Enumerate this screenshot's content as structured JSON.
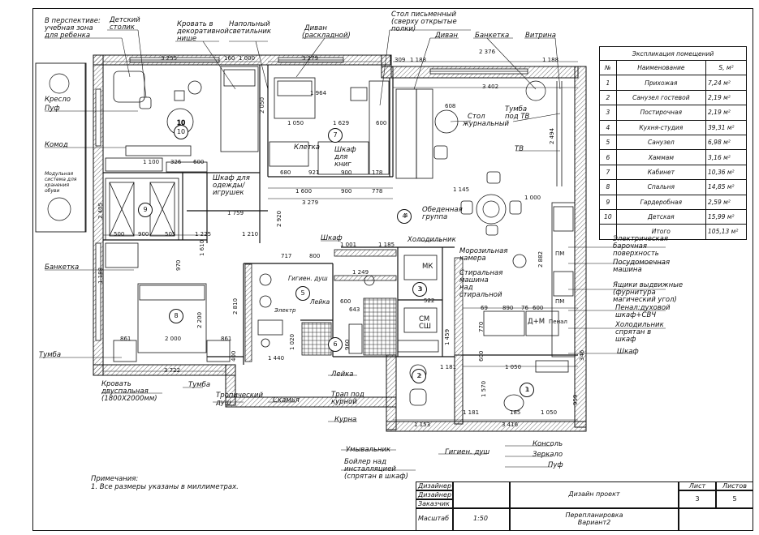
{
  "labels": {
    "perspective": "В перспективе:",
    "study_zone": "учебная зона",
    "for_child": "для ребенка",
    "kids_table": "Детский",
    "kids_table2": "столик",
    "bed_decor": "Кровать в",
    "bed_decor2": "декоративной",
    "bed_decor3": "нише",
    "floor_lamp": "Напольный",
    "floor_lamp2": "светильник",
    "sofa_fold": "Диван",
    "sofa_fold2": "(раскладной)",
    "desk": "Стол письменный",
    "desk2": "(сверху открытые",
    "desk3": "полки)",
    "sofa": "Диван",
    "bench_top": "Банкетка",
    "showcase": "Витрина",
    "armchair": "Кресло",
    "pouf": "Пуф",
    "dresser": "Комод",
    "modular": "Модульная",
    "modular2": "система для",
    "modular3": "хранения",
    "modular4": "обуви",
    "cage": "Клетка",
    "bookcase": "Шкаф",
    "bookcase2": "для",
    "bookcase3": "книг",
    "wardrobe_toys": "Шкаф для",
    "wardrobe_toys2": "одежды/",
    "wardrobe_toys3": "игрушек",
    "coffee_table": "Стол",
    "coffee_table2": "журнальный",
    "tv_stand": "Тумба",
    "tv_stand2": "под ТВ",
    "tv": "ТВ",
    "dining_group": "Обеденная",
    "dining_group2": "группа",
    "closet": "Шкаф",
    "fridge": "Холодильник",
    "freezer": "Морозильная",
    "freezer2": "камера",
    "bench_left": "Банкетка",
    "washer": "Стиральная",
    "washer2": "машина",
    "washer3": "над",
    "washer4": "стиральной",
    "electric_bar": "Электрическая",
    "electric_bar2": "барочная",
    "electric_bar3": "поверхность",
    "dishwasher": "Посудомоечная",
    "dishwasher2": "машина",
    "drawers": "Ящики выдвижные",
    "drawers2": "(фурнитура",
    "drawers3": "магический угол)",
    "oven_case": "Пенал:духовой",
    "oven_case2": "шкаф+СВЧ",
    "fridge_hidden": "Холодильник",
    "fridge_hidden2": "спрятан в",
    "fridge_hidden3": "шкаф",
    "closet_right": "Шкаф",
    "hyg_shower": "Гигиен. душ",
    "hyg_shower_top": "Гигиен. душ",
    "sink": "Лейка",
    "sink2": "Лейка",
    "nightstand_left": "Тумба",
    "nightstand": "Тумба",
    "bed_double": "Кровать",
    "bed_double2": "двуспальная",
    "bed_double3": "(1800Х2000мм)",
    "tropical_shower": "Тропический",
    "tropical_shower2": "душ",
    "bench_bath": "Скамья",
    "shower_drain": "Трап под",
    "shower_drain2": "курной",
    "kurna": "Курна",
    "washbasin": "Умывальник",
    "boiler": "Бойлер над",
    "boiler2": "инсталляцией",
    "boiler3": "(спрятан в шкаф)",
    "hyg_shower_bottom": "Гигиен. душ",
    "console": "Консоль",
    "mirror": "Зеркало",
    "pouf_bottom": "Пуф",
    "mk": "МК",
    "cm_sh": "СМ",
    "cm_sh2": "СШ",
    "dm": "Д+М",
    "penal": "Пенал",
    "electric_small": "Электр",
    "mw": "ПМ",
    "pm2": "ПМ"
  },
  "room_numbers": [
    "1",
    "2",
    "3",
    "4",
    "5",
    "6",
    "7",
    "8",
    "9",
    "10"
  ],
  "dims": {
    "d3255": "3 255",
    "d160": "160",
    "d1000": "1 000",
    "d3279a": "3 279",
    "d309": "309",
    "d1188a": "1 188",
    "d2376": "2 376",
    "d1188b": "1 188",
    "d3402": "3 402",
    "d608": "608",
    "d2050": "2 050",
    "d1964": "1 964",
    "d1050a": "1 050",
    "d1629": "1 629",
    "d600a": "600",
    "d680": "680",
    "d921": "921",
    "d900a": "900",
    "d178": "178",
    "d1100": "1 100",
    "d326": "326",
    "d600b": "600",
    "d1600": "1 600",
    "d900b": "900",
    "d778": "778",
    "d1145": "1 145",
    "d1000b": "1 000",
    "d3279b": "3 279",
    "d2494": "2 494",
    "d1759": "1 759",
    "d1225": "1 225",
    "d1210": "1 210",
    "d2405": "2 405",
    "d500a": "500",
    "d900c": "900",
    "d505": "505",
    "d1001": "1 001",
    "d1185a": "1 185",
    "d717": "717",
    "d800a": "800",
    "d1249": "1 249",
    "d2882": "2 882",
    "d1188c": "1 188",
    "d2920": "2 920",
    "d2810": "2 810",
    "d2200": "2 200",
    "d1610": "1 610",
    "d970": "970",
    "d861a": "861",
    "d2000": "2 000",
    "d861b": "861",
    "d400a": "400",
    "d3722": "3 722",
    "d1440": "1 440",
    "d1020": "1 020",
    "d960": "960",
    "d522": "522",
    "d600c": "600",
    "d643": "643",
    "d1459": "1 459",
    "d1181a": "1 181",
    "d1570": "1 570",
    "d1181b": "1 181",
    "d1153": "1 153",
    "d185": "185",
    "d3416": "3 416",
    "d1050b": "1 050",
    "d69": "69",
    "d890": "890",
    "d76": "76",
    "d600d": "600",
    "d770": "770",
    "d600e": "600",
    "d1050c": "1 050",
    "d959": "959",
    "d346": "346",
    "d4": "4",
    "d3": "3",
    "d2": "2",
    "d1": "1"
  },
  "explication": {
    "caption": "Экспликация помещений",
    "headers": [
      "№",
      "Наименование",
      "S, м²"
    ],
    "rows": [
      [
        "1",
        "Прихожая",
        "7,24 м²"
      ],
      [
        "2",
        "Санузел гостевой",
        "2,19 м²"
      ],
      [
        "3",
        "Постирочная",
        "2,19 м²"
      ],
      [
        "4",
        "Кухня-студия",
        "39,31 м²"
      ],
      [
        "5",
        "Санузел",
        "6,98 м²"
      ],
      [
        "6",
        "Хаммам",
        "3,16 м²"
      ],
      [
        "7",
        "Кабинет",
        "10,36 м²"
      ],
      [
        "8",
        "Спальня",
        "14,85 м²"
      ],
      [
        "9",
        "Гардеробная",
        "2,59 м²"
      ],
      [
        "10",
        "Детская",
        "15,99 м²"
      ]
    ],
    "total_label": "Итого",
    "total_value": "105,13 м²"
  },
  "notes": {
    "title": "Примечания:",
    "line1": "1. Все размеры указаны в миллиметрах."
  },
  "title_block": {
    "designer1": "Дизайнер",
    "designer2": "Дизайнер",
    "customer": "Заказчик",
    "scale_label": "Масштаб",
    "scale_value": "1:50",
    "project": "Дизайн проект",
    "sheet_label": "Лист",
    "sheets_label": "Листов",
    "sheet_value": "3",
    "sheets_value": "5",
    "drawing": "Перепланировка",
    "variant": "Вариант2"
  }
}
